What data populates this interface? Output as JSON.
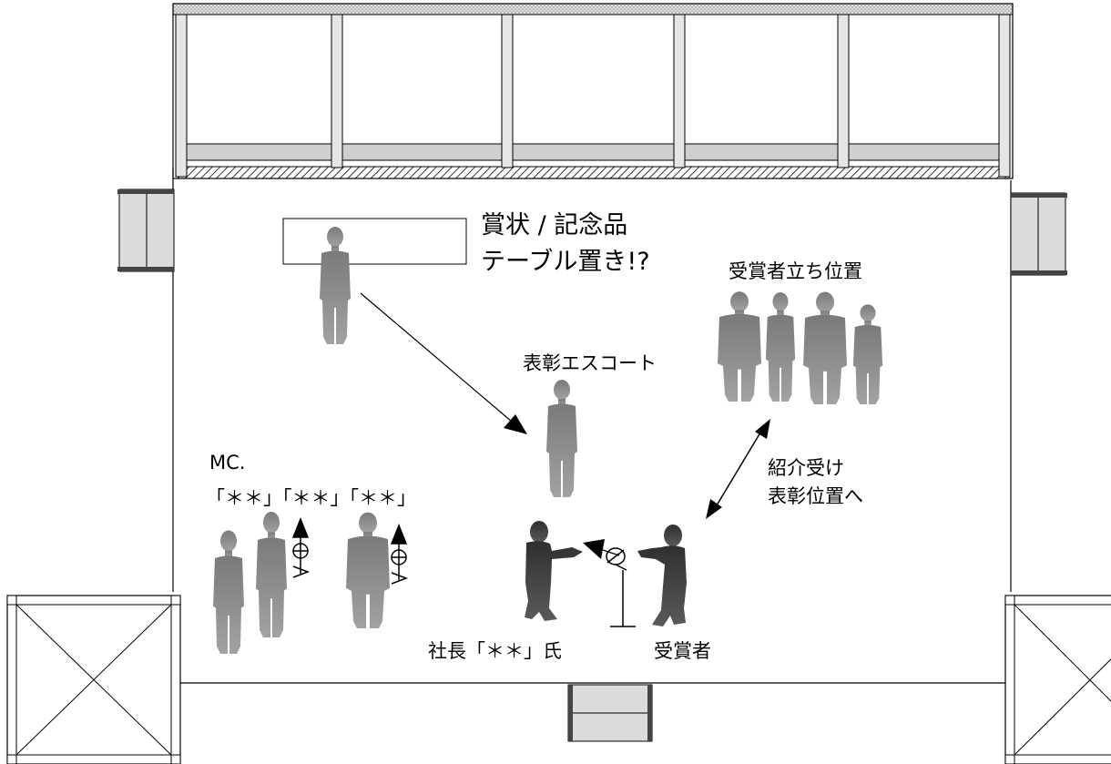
{
  "labels": {
    "award_table": "賞状 / 記念品\nテーブル置き!?",
    "recipients_position": "受賞者立ち位置",
    "award_escort": "表彰エスコート",
    "mc_title": "MC.",
    "mc_names": "「＊＊」「＊＊」「＊＊」",
    "intro_move": "紹介受け\n表彰位置へ",
    "president": "社長「＊＊」氏",
    "recipient": "受賞者"
  },
  "colors": {
    "figure_light": "#8a8a8a",
    "figure_dark": "#3d3d3d",
    "panel_fill": "#dcdcdc",
    "line": "#000000"
  }
}
